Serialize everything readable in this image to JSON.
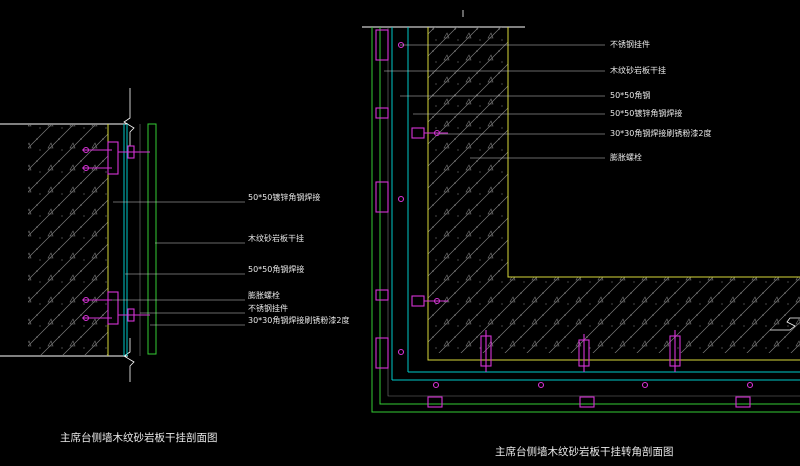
{
  "colors": {
    "background": "#000000",
    "wall_outline": "#ffffff",
    "hatch": "#7a7a7a",
    "stone_panel": "#33cc33",
    "keel_channel": "#00c8c8",
    "bracket": "#d633d6",
    "yellow_line": "#d9d93a",
    "leader": "#d0d0d0",
    "text": "#e8e8e8"
  },
  "left_section": {
    "title": "主席台侧墙木纹砂岩板干挂剖面图",
    "labels": [
      "50*50镀锌角钢焊接",
      "木纹砂岩板干挂",
      "50*50角钢焊接",
      "膨胀螺栓",
      "不锈钢挂件",
      "30*30角钢焊接刷锈粉漆2度"
    ]
  },
  "right_section": {
    "title": "主席台侧墙木纹砂岩板干挂转角剖面图",
    "labels": [
      "不锈钢挂件",
      "木纹砂岩板干挂",
      "50*50角钢",
      "50*50镀锌角钢焊接",
      "30*30角钢焊接刷锈粉漆2度",
      "膨胀螺栓"
    ]
  }
}
